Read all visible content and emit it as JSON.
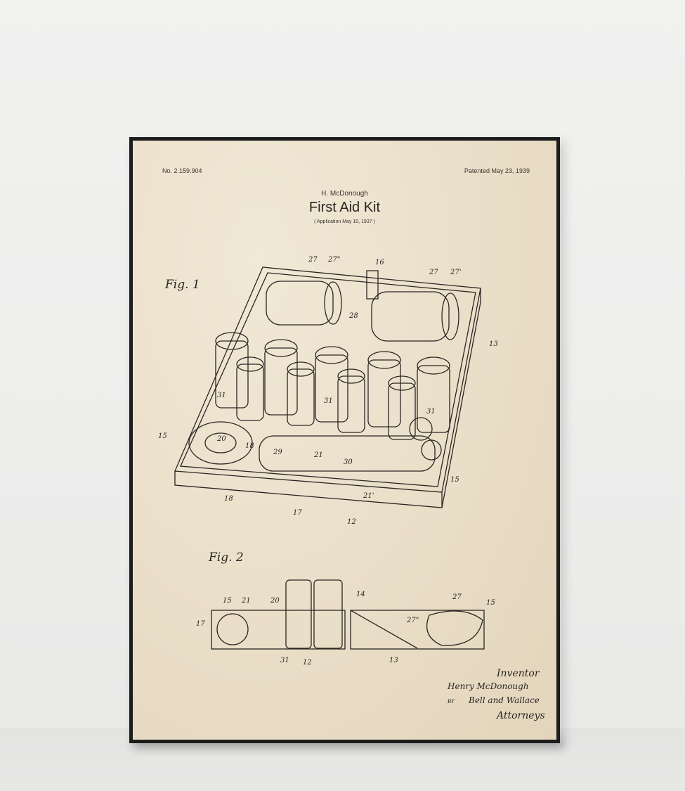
{
  "poster": {
    "patent_number": "No. 2.159.904",
    "patent_date": "Patented May 23, 1939",
    "inventor": "H. McDonough",
    "title": "First Aid Kit",
    "application": "( Application May 10, 1937 )",
    "fig1_label": "Fig. 1",
    "fig2_label": "Fig. 2",
    "signature": {
      "inventor_heading": "Inventor",
      "inventor_name": "Henry McDonough",
      "by": "BY",
      "attorneys_name": "Bell and Wallace",
      "attorneys_heading": "Attorneys"
    },
    "fig1_numerals": [
      "27",
      "27\"",
      "16",
      "27",
      "27'",
      "28",
      "13",
      "31",
      "31",
      "31",
      "15",
      "20",
      "18",
      "29",
      "21",
      "30",
      "15",
      "21'",
      "18",
      "17",
      "12"
    ],
    "fig2_numerals": [
      "15",
      "21",
      "20",
      "17",
      "31",
      "12",
      "14",
      "27",
      "27\"",
      "13",
      "15"
    ]
  },
  "colors": {
    "paper": "#eadfc9",
    "frame": "#1c1c1c",
    "ink": "#2a2622",
    "wall": "#efefee"
  }
}
